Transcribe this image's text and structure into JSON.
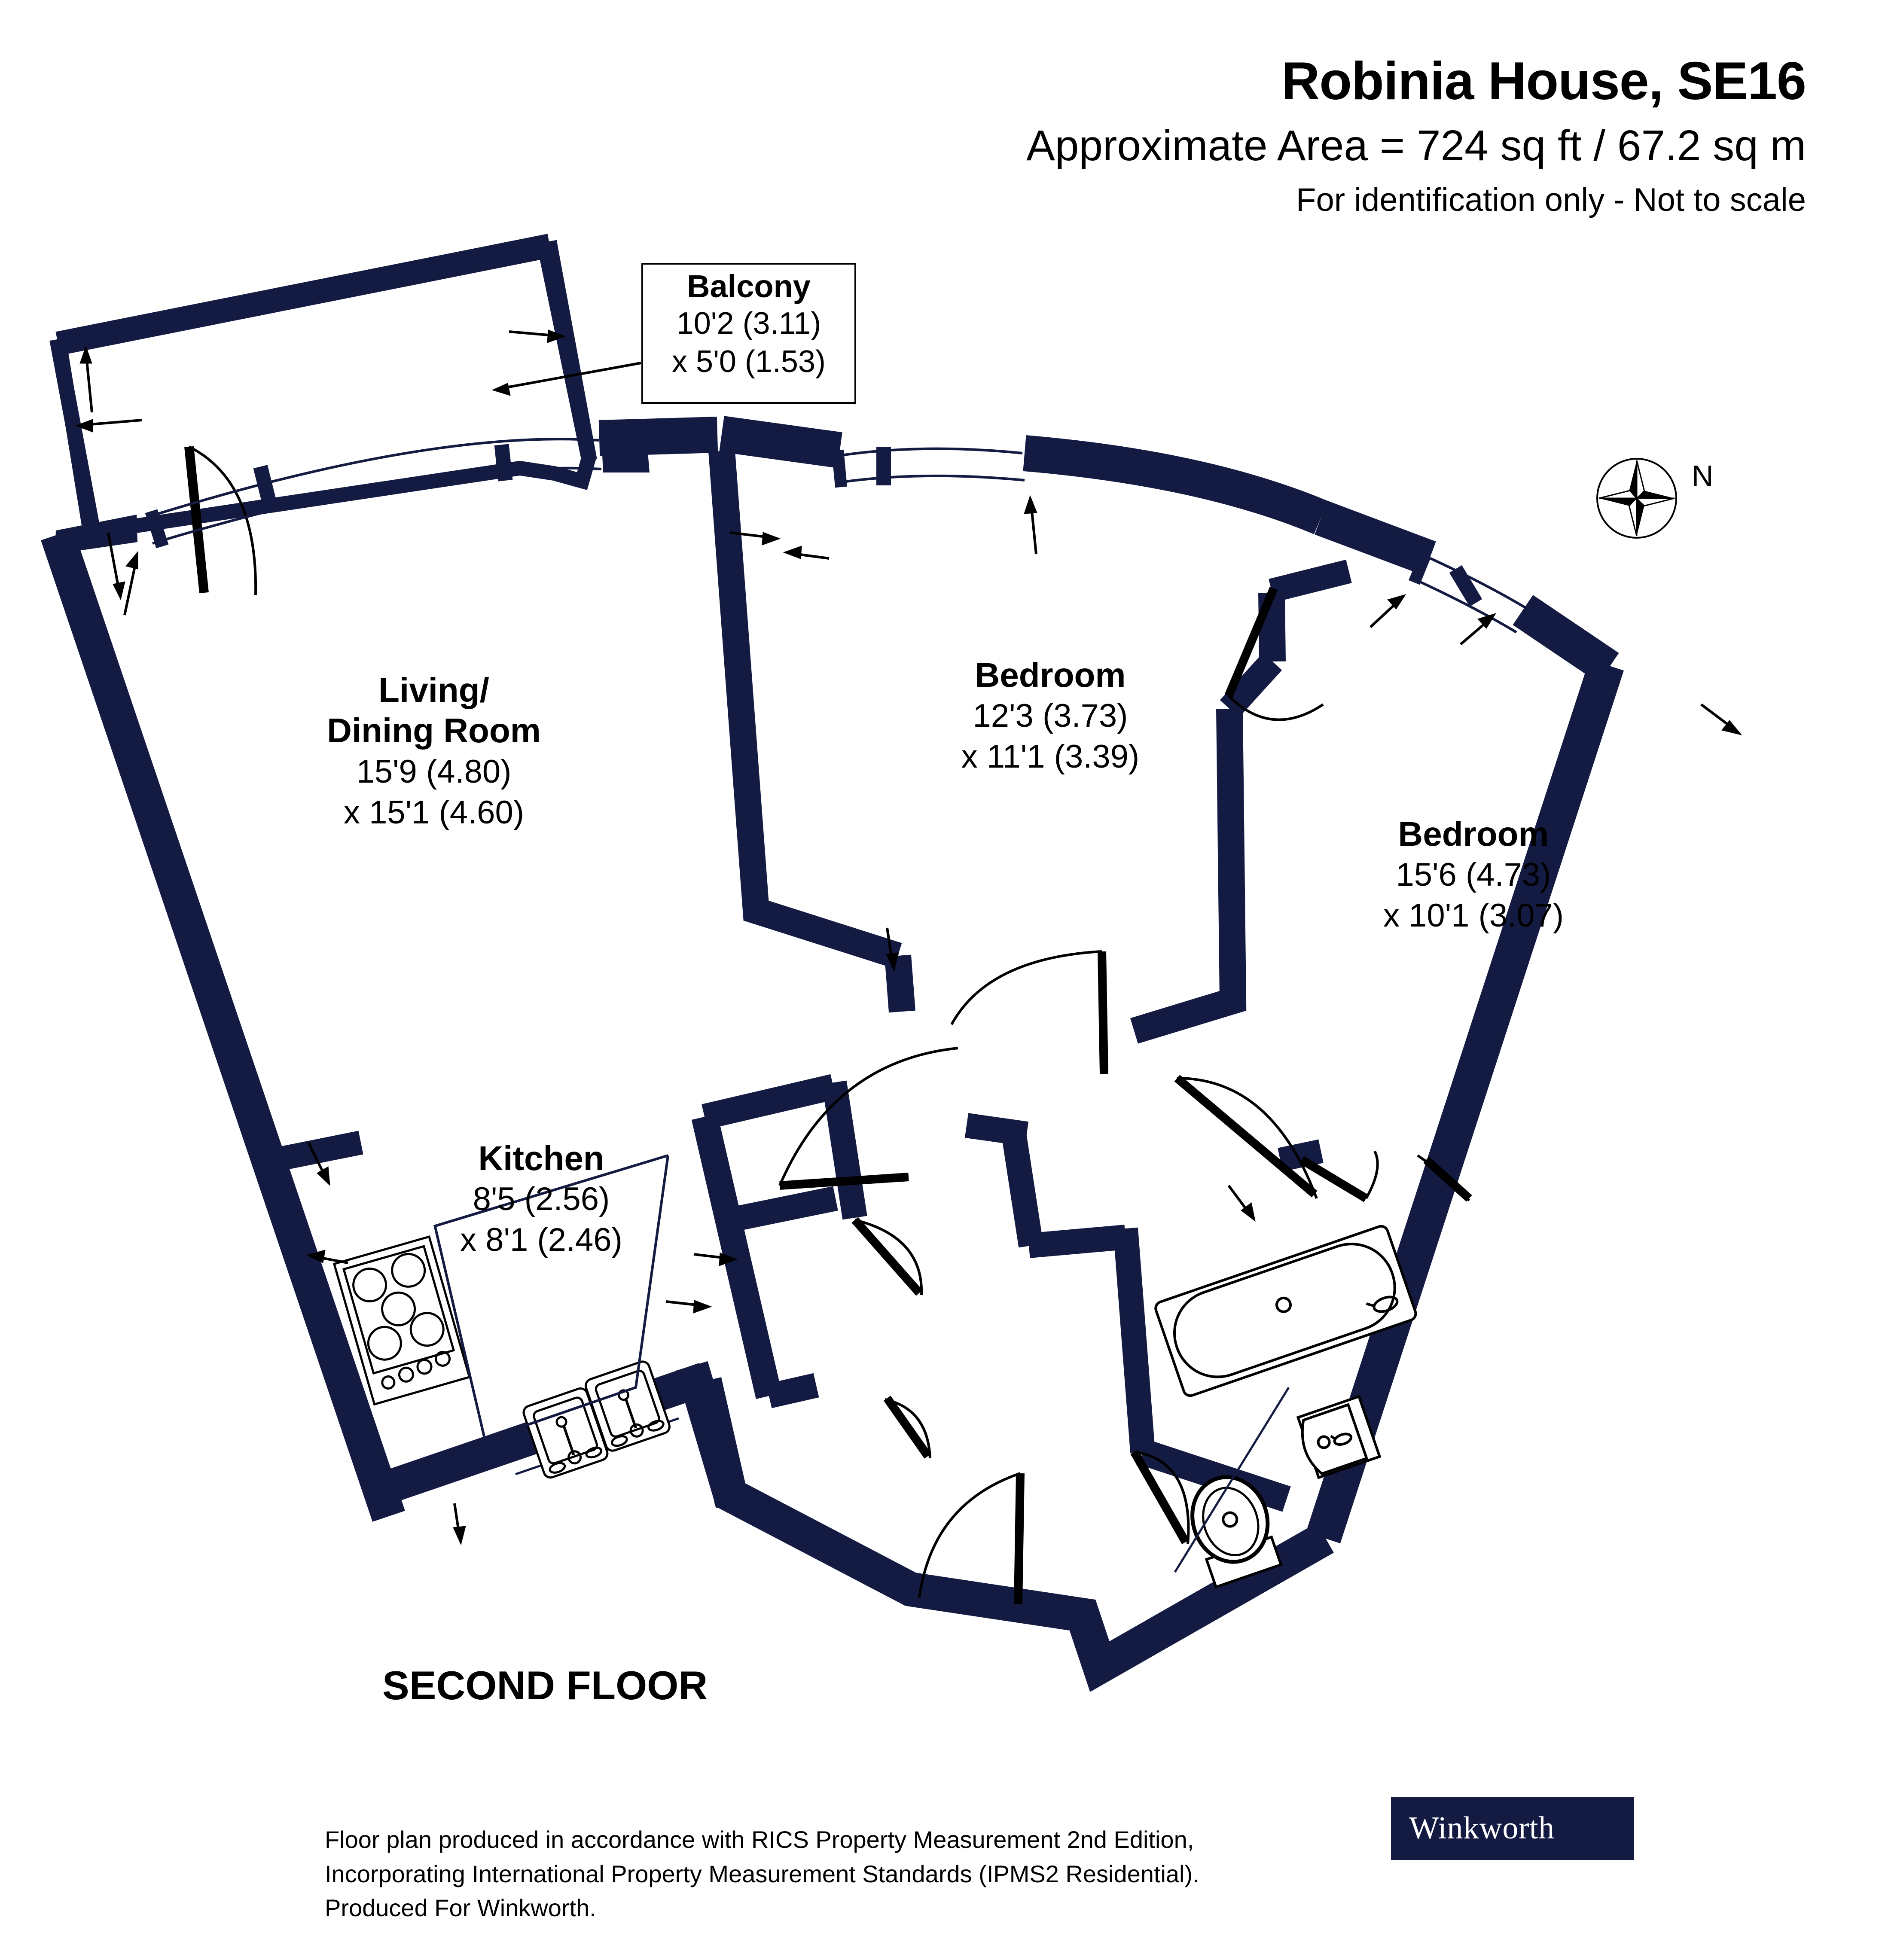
{
  "header": {
    "title": "Robinia House, SE16",
    "area": "Approximate Area = 724 sq ft / 67.2 sq m",
    "disclaimer": "For identification only - Not to scale"
  },
  "balcony": {
    "name": "Balcony",
    "dim1": "10'2 (3.11)",
    "dim2": "x 5'0 (1.53)"
  },
  "rooms": [
    {
      "key": "living",
      "name_line1": "Living/",
      "name_line2": "Dining Room",
      "dim1": "15'9 (4.80)",
      "dim2": "x 15'1 (4.60)"
    },
    {
      "key": "bedroom1",
      "name_line1": "Bedroom",
      "dim1": "12'3 (3.73)",
      "dim2": "x 11'1 (3.39)"
    },
    {
      "key": "bedroom2",
      "name_line1": "Bedroom",
      "dim1": "15'6 (4.73)",
      "dim2": "x 10'1 (3.07)"
    },
    {
      "key": "kitchen",
      "name_line1": "Kitchen",
      "dim1": "8'5 (2.56)",
      "dim2": "x 8'1 (2.46)"
    }
  ],
  "floor_title": "SECOND FLOOR",
  "compass": {
    "north_label": "N"
  },
  "footer": {
    "line1": "Floor plan produced in accordance with RICS Property Measurement 2nd Edition,",
    "line2": "Incorporating International Property Measurement Standards (IPMS2 Residential).",
    "line3": "Produced For Winkworth."
  },
  "logo": {
    "text": "Winkworth"
  },
  "colors": {
    "wall_navy": "#131B42",
    "text_black": "#000000",
    "background": "#FFFFFF"
  }
}
